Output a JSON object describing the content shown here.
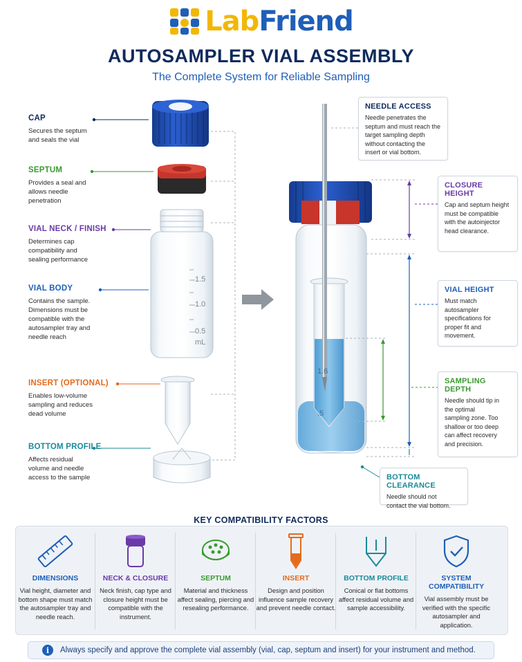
{
  "logo": {
    "lab": "Lab",
    "friend": "Friend"
  },
  "title": "AUTOSAMPLER VIAL ASSEMBLY",
  "subtitle": "The Complete System for Reliable Sampling",
  "colors": {
    "navy": "#0f2a5c",
    "blue": "#1f5fb8",
    "green": "#3a9a2f",
    "purple": "#6a3aa8",
    "orange": "#e56a1c",
    "teal": "#1a8a9a",
    "cap_blue": "#1f4fb0",
    "septum_red": "#c7352b",
    "liquid": "#6fb3e0"
  },
  "components": [
    {
      "title": "CAP",
      "desc": "Secures the septum and seals the vial",
      "color": "#0f2a5c"
    },
    {
      "title": "SEPTUM",
      "desc": "Provides a seal and allows needle penetration",
      "color": "#3a9a2f"
    },
    {
      "title": "VIAL NECK / FINISH",
      "desc": "Determines cap compatibility and sealing performance",
      "color": "#6a3aa8"
    },
    {
      "title": "VIAL BODY",
      "desc": "Contains the sample. Dimensions must be compatible with the autosampler tray and needle reach",
      "color": "#1f5fb8"
    },
    {
      "title": "INSERT (OPTIONAL)",
      "desc": "Enables low-volume sampling and reduces dead volume",
      "color": "#e56a1c"
    },
    {
      "title": "BOTTOM PROFILE",
      "desc": "Affects residual volume and needle access to the sample",
      "color": "#1a8a9a"
    }
  ],
  "vial_markings": [
    "1.5",
    "1.0",
    "0.5",
    "mL"
  ],
  "assembled_markings": [
    "1.6",
    ".5"
  ],
  "callouts": [
    {
      "title": "NEEDLE ACCESS",
      "desc": "Needle penetrates the septum and must reach the target sampling depth without contacting the insert or vial bottom."
    },
    {
      "title": "CLOSURE HEIGHT",
      "desc": "Cap and septum height must be compatible with the autoinjector head clearance."
    },
    {
      "title": "VIAL HEIGHT",
      "desc": "Must match autosampler specifications for proper fit and movement."
    },
    {
      "title": "SAMPLING DEPTH",
      "desc": "Needle should tip in the optimal sampling zone. Too shallow or too deep can affect recovery and precision."
    },
    {
      "title": "BOTTOM CLEARANCE",
      "desc": "Needle should not contact the vial bottom."
    }
  ],
  "factors_title": "KEY COMPATIBILITY FACTORS",
  "factors": [
    {
      "title": "DIMENSIONS",
      "desc": "Vial height, diameter and bottom shape must match the autosampler tray and needle reach.",
      "icon": "ruler-icon",
      "color": "#1f5fb8"
    },
    {
      "title": "NECK & CLOSURE",
      "desc": "Neck finish, cap type and closure height must be compatible with the instrument.",
      "icon": "vial-cap-icon",
      "color": "#6a3aa8"
    },
    {
      "title": "SEPTUM",
      "desc": "Material and thickness affect sealing, piercing and resealing performance.",
      "icon": "septum-icon",
      "color": "#3a9a2f"
    },
    {
      "title": "INSERT",
      "desc": "Design and position influence sample recovery and prevent needle contact.",
      "icon": "insert-icon",
      "color": "#e56a1c"
    },
    {
      "title": "BOTTOM PROFILE",
      "desc": "Conical or flat bottoms affect residual volume and sample accessibility.",
      "icon": "bottom-profile-icon",
      "color": "#1a8a9a"
    },
    {
      "title": "SYSTEM COMPATIBILITY",
      "desc": "Vial assembly must be verified with the specific autosampler and application.",
      "icon": "shield-check-icon",
      "color": "#1f5fb8"
    }
  ],
  "note": "Always specify and approve the complete vial assembly (vial, cap, septum and insert) for your instrument and method."
}
